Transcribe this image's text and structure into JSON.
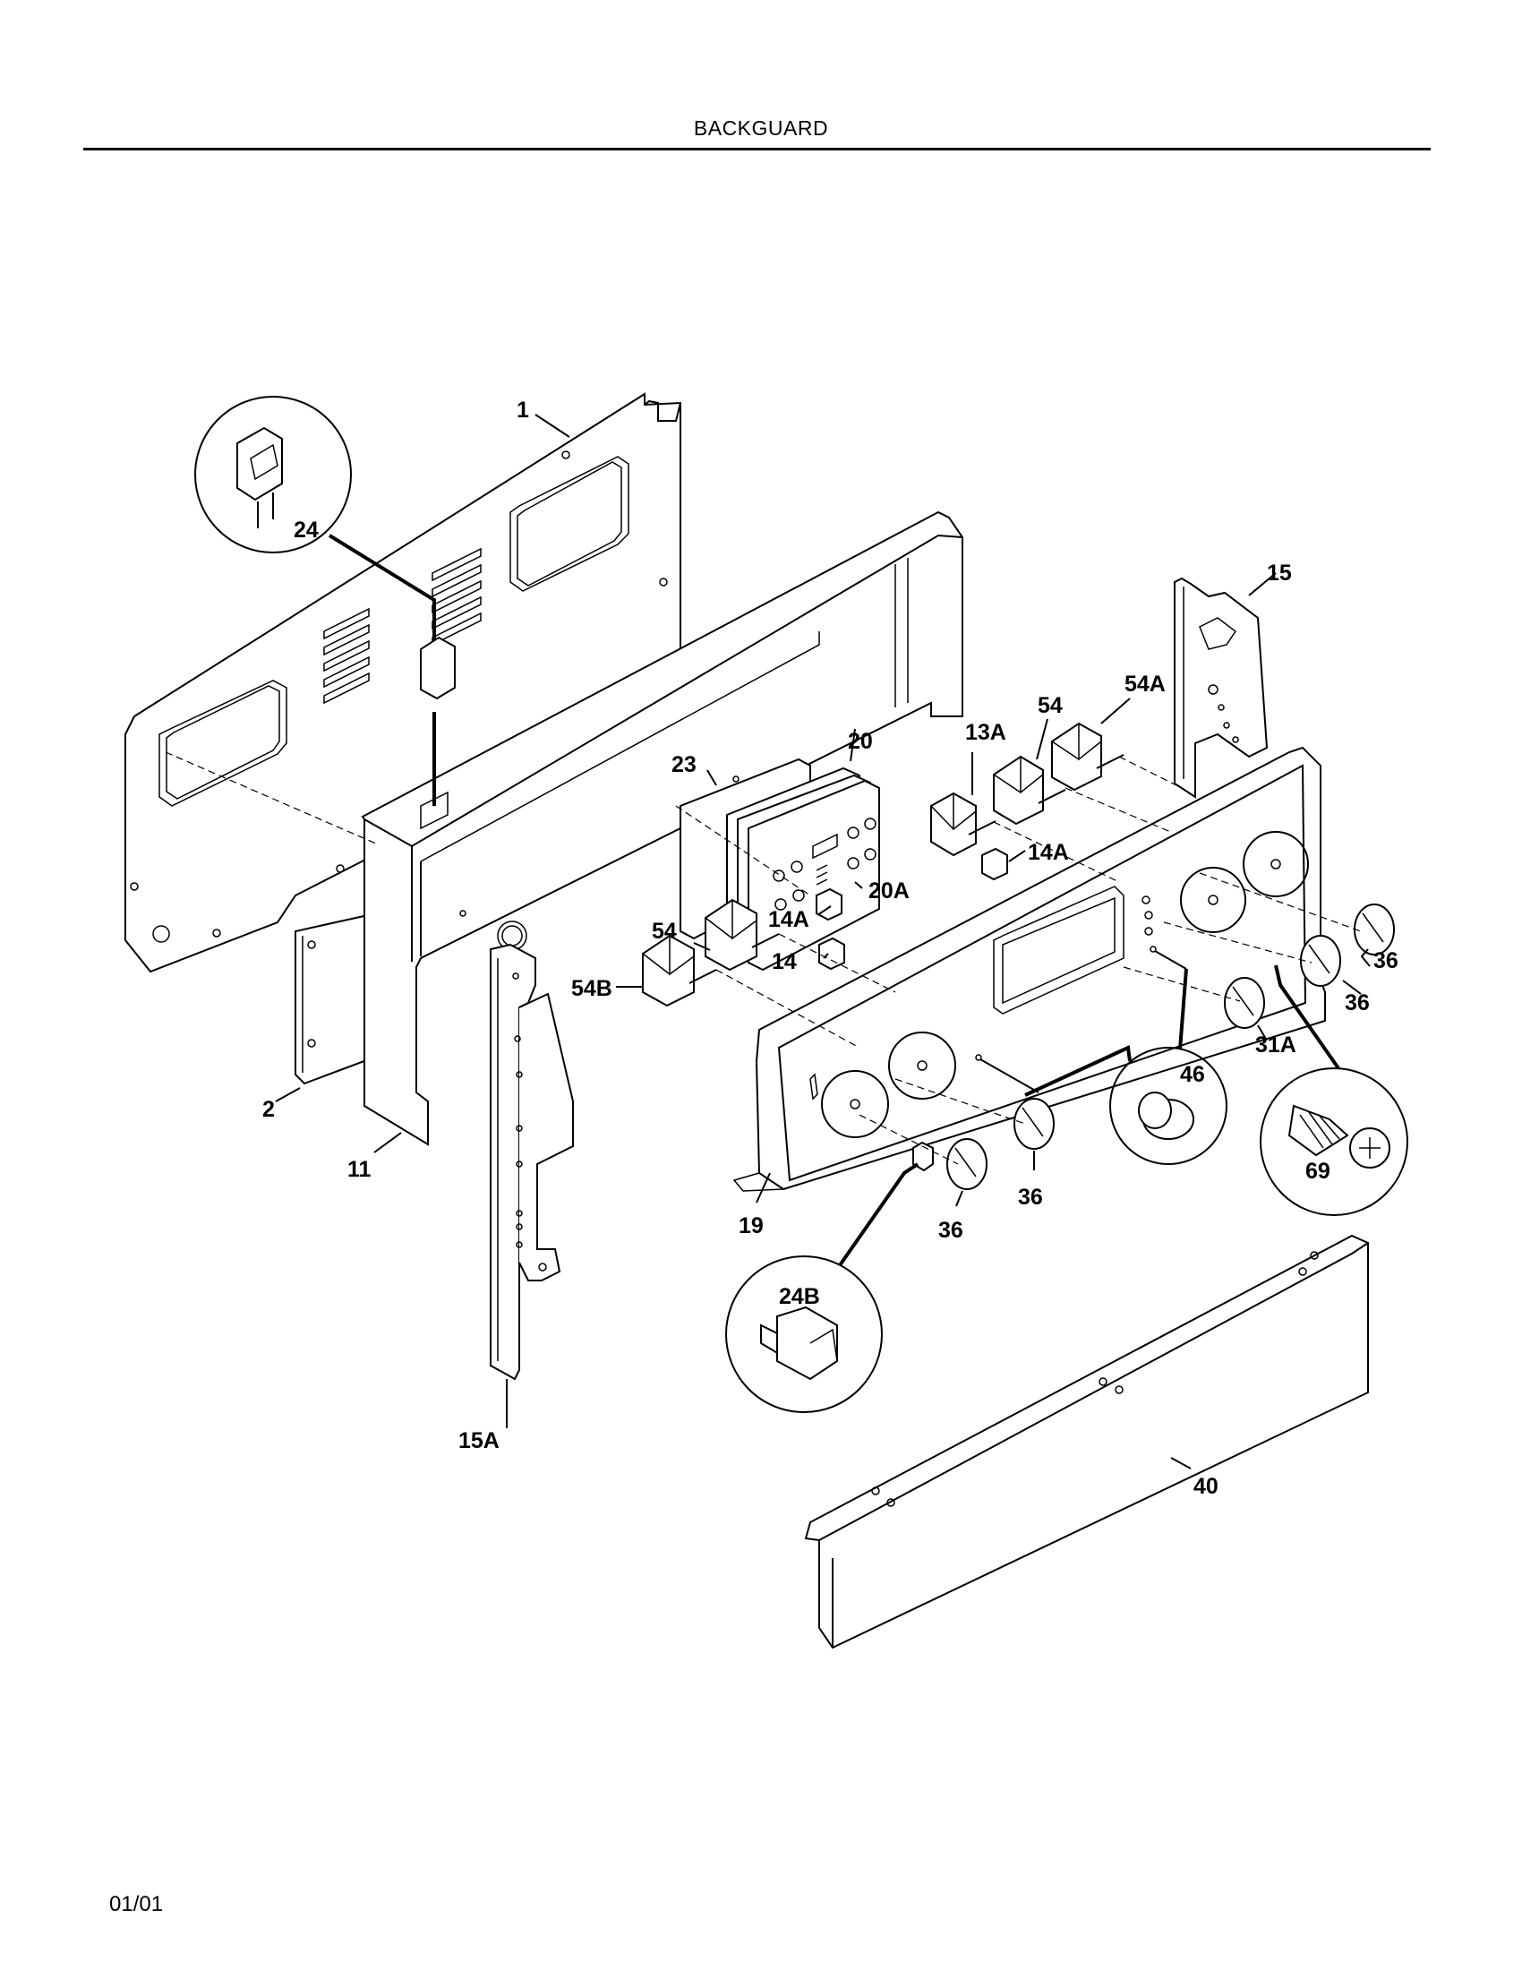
{
  "header": {
    "title": "BACKGUARD"
  },
  "footer": {
    "date": "01/01"
  },
  "part_labels": {
    "p1": "1",
    "p2": "2",
    "p11": "11",
    "p13A": "13A",
    "p14": "14",
    "p14A_upper": "14A",
    "p14A_lower": "14A",
    "p15": "15",
    "p15A": "15A",
    "p19": "19",
    "p20": "20",
    "p20A": "20A",
    "p23": "23",
    "p24": "24",
    "p24B": "24B",
    "p31A": "31A",
    "p36_a": "36",
    "p36_b": "36",
    "p36_c": "36",
    "p36_d": "36",
    "p40": "40",
    "p46": "46",
    "p54_upper": "54",
    "p54_lower": "54",
    "p54A": "54A",
    "p54B": "54B",
    "p69": "69"
  }
}
